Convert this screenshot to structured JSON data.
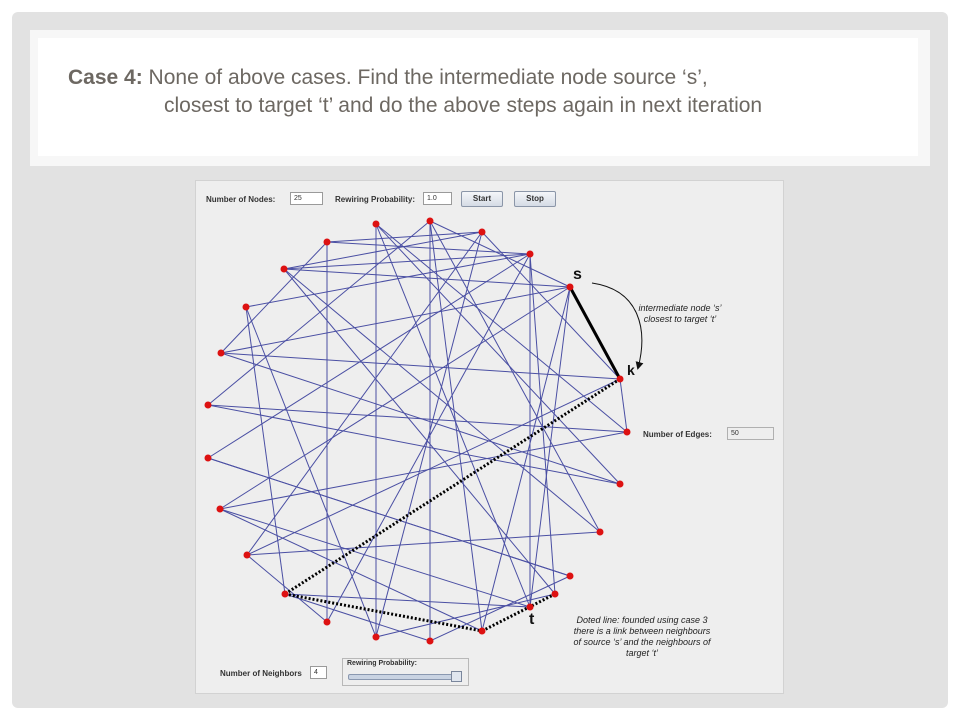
{
  "title": {
    "case_label": "Case 4:",
    "line1_rest": " None of above cases. Find the intermediate node source ‘s’,",
    "line2": "closest to target ‘t’ and do the above steps again in next iteration"
  },
  "app": {
    "nodes_label": "Number of Nodes:",
    "nodes_value": "25",
    "rewiring_label": "Rewiring Probability:",
    "rewiring_value": "1.0",
    "start_button": "Start",
    "stop_button": "Stop",
    "edges_label": "Number of Edges:",
    "edges_value": "50",
    "neighbors_label": "Number of Neighbors",
    "neighbors_value": "4",
    "slider_label": "Rewiring Probability:",
    "slider_level": 1.0
  },
  "annotations": {
    "s_letter": "s",
    "k_letter": "k",
    "t_letter": "t",
    "intermediate_line1": "intermediate node ‘s’",
    "intermediate_line2": "closest to target ‘t’",
    "doted_line1": "Doted line: founded using case 3",
    "doted_line2": "there is a link between neighbours",
    "doted_line3": "of source ‘s’ and the neighbours of",
    "doted_line4": "target ‘t’"
  },
  "colors": {
    "edge": "#4a4fa3",
    "node": "#dd1111",
    "title_text": "#6d6862"
  }
}
